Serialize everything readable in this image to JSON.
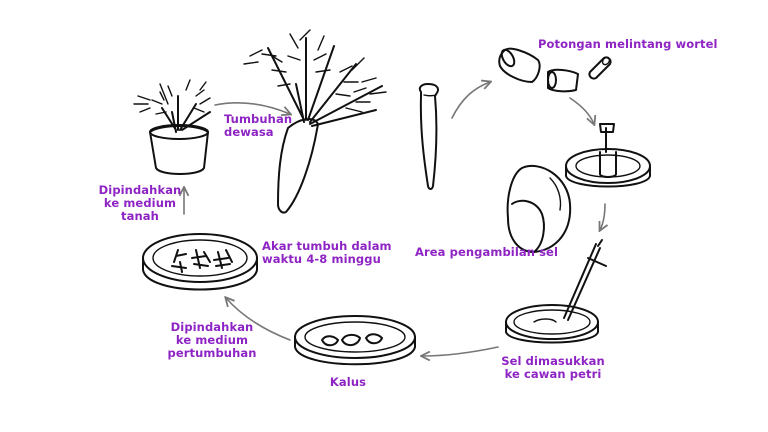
{
  "labels": {
    "cross_section": "Potongan melintang wortel",
    "sampling_area": "Area pengambilan sel",
    "petri_dish": "Sel dimasukkan\nke cawan petri",
    "callus": "Kalus",
    "growth_medium": "Dipindahkan\nke medium\npertumbuhan",
    "roots_grow": "Akar tumbuh dalam\nwaktu 4-8 minggu",
    "soil_medium": "Dipindahkan\nke medium\ntanah",
    "adult_plant": "Tumbuhan\ndewasa"
  },
  "colors": {
    "label": "#8e24c4",
    "ink": "#111111",
    "arrow": "#777777"
  }
}
